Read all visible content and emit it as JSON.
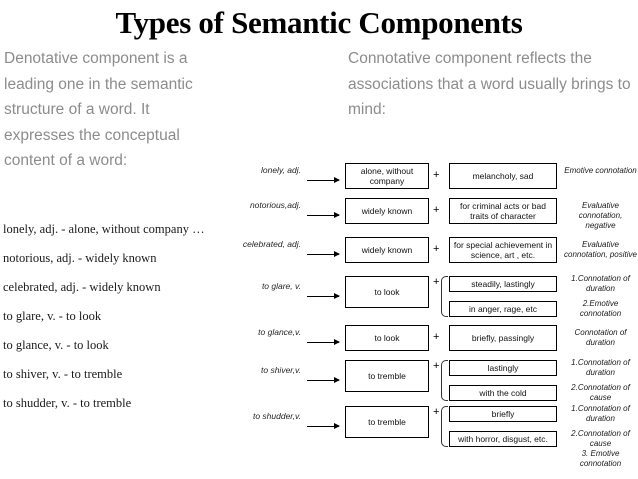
{
  "slide": {
    "title": "Types of Semantic Components",
    "intro_left": "Denotative component is a leading one in the semantic structure of a word. It  expresses the conceptual content of a word:",
    "intro_right": "Connotative component reflects the associations that a word usually brings to mind:"
  },
  "definitions": [
    "lonely, adj. - alone, without company …",
    "notorious, adj. - widely known",
    "celebrated, adj. - widely known",
    "to glare, v. - to look",
    "to glance, v. - to look",
    "to shiver, v. - to tremble",
    "to shudder, v. - to tremble"
  ],
  "diagram": {
    "plus": "+",
    "rows": [
      {
        "source": "lonely, adj.",
        "denotative": "alone, without company",
        "connotative": [
          "melancholy, sad"
        ],
        "labels": [
          "Emotive connotation"
        ]
      },
      {
        "source": "notorious,adj.",
        "denotative": "widely known",
        "connotative": [
          "for criminal acts or bad traits of character"
        ],
        "labels": [
          "Evaluative connotation, negative"
        ]
      },
      {
        "source": "celebrated, adj.",
        "denotative": "widely known",
        "connotative": [
          "for special achievement in science, art , etc."
        ],
        "labels": [
          "Evaluative connotation, positive"
        ]
      },
      {
        "source": "to glare, v.",
        "denotative": "to look",
        "connotative": [
          "steadily, lastingly",
          "in anger, rage, etc"
        ],
        "labels": [
          "1.Connotation of duration",
          "2.Emotive connotation"
        ]
      },
      {
        "source": "to glance,v.",
        "denotative": "to look",
        "connotative": [
          "briefly, passingly"
        ],
        "labels": [
          "Connotation of duration"
        ]
      },
      {
        "source": "to shiver,v.",
        "denotative": "to tremble",
        "connotative": [
          "lastingly",
          "with the cold"
        ],
        "labels": [
          "1.Connotation of duration",
          "2.Connotation of cause"
        ]
      },
      {
        "source": "to shudder,v.",
        "denotative": "to tremble",
        "connotative": [
          "briefly",
          "with horror, disgust, etc."
        ],
        "labels": [
          "1.Connotation of duration",
          "2.Connotation of cause",
          "3. Emotive connotation"
        ]
      }
    ]
  },
  "colors": {
    "intro_text": "#8c8c8c",
    "body_text": "#111111",
    "line": "#000000",
    "background": "#ffffff"
  }
}
